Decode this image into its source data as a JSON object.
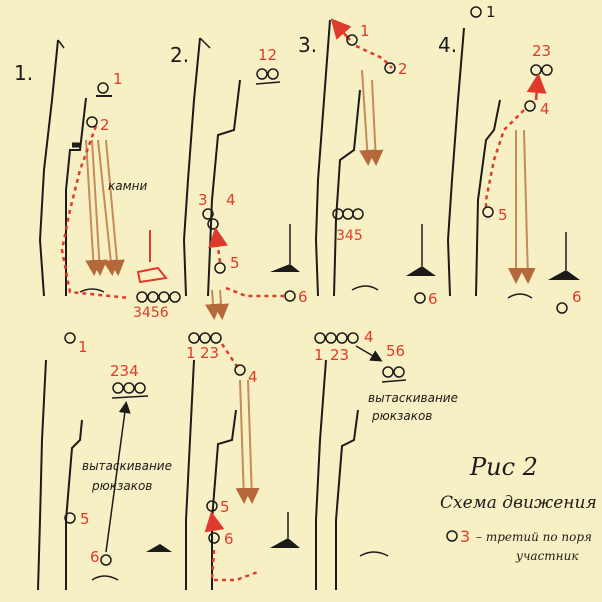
{
  "figure": {
    "title": "Рис 2",
    "subtitle": "Схема движения",
    "legend_number": "3",
    "legend_text_line1": "– третий по поря",
    "legend_text_line2": "участник"
  },
  "panels": [
    {
      "label": "1.",
      "numbers": [
        "1",
        "2",
        "3456"
      ],
      "note": "камни"
    },
    {
      "label": "2.",
      "numbers": [
        "12",
        "3",
        "4",
        "5",
        "6"
      ]
    },
    {
      "label": "3.",
      "numbers": [
        "1",
        "2",
        "345",
        "6"
      ]
    },
    {
      "label": "4.",
      "numbers": [
        "23",
        "4",
        "5",
        "6"
      ]
    },
    {
      "numbers": [
        "1",
        "234",
        "5",
        "6"
      ],
      "note_line1": "вытаскивание",
      "note_line2": "рюкзаков"
    },
    {
      "numbers": [
        "1",
        "23",
        "4",
        "5",
        "6"
      ]
    },
    {
      "numbers": [
        "4",
        "1",
        "23",
        "56"
      ],
      "note_line1": "вытаскивание",
      "note_line2": "рюкзаков"
    }
  ],
  "colors": {
    "paper": "#f7f0c4",
    "ink": "#1d1b1a",
    "route": "#e03a2c",
    "falling": "#c98a5a"
  }
}
